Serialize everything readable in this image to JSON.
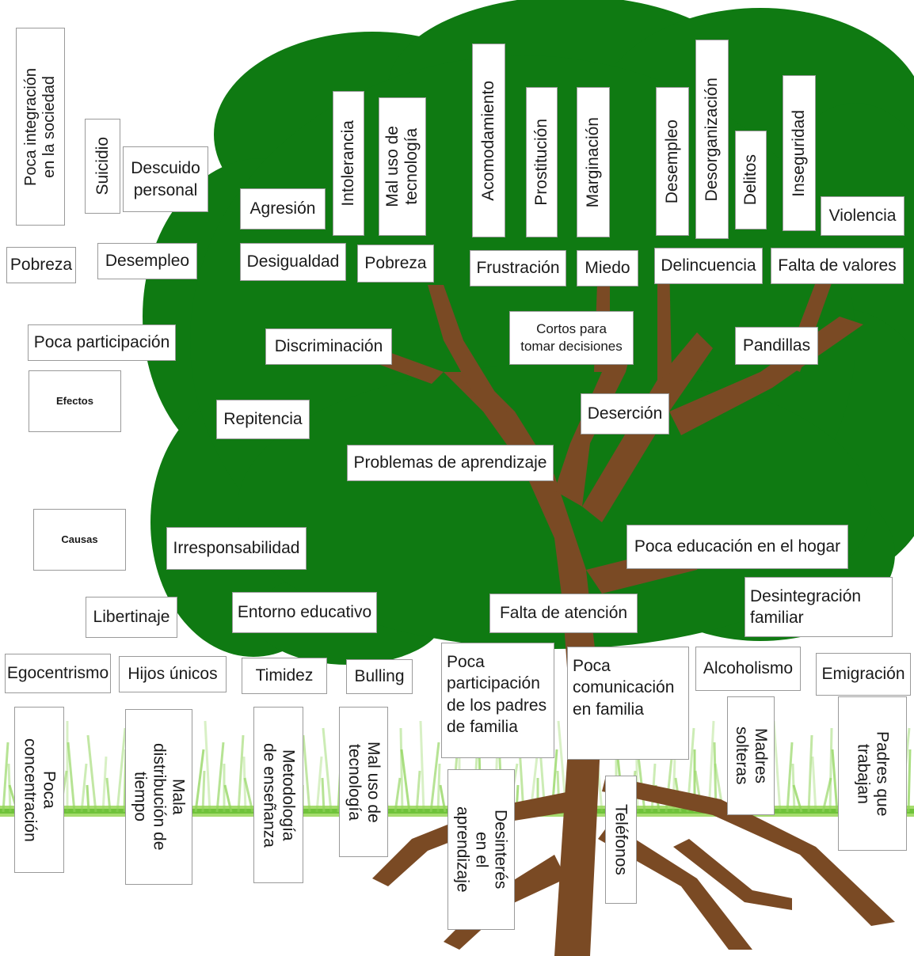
{
  "colors": {
    "canopy": "#0f7a12",
    "trunk": "#7a4a24",
    "grass": "#7dc843",
    "box_border": "#9a9a9a"
  },
  "legend": {
    "effects_label": "Efectos",
    "causes_label": "Causas"
  },
  "effects": {
    "poca_integracion": [
      "Poca integración",
      "en la sociedad"
    ],
    "suicidio": "Suicidio",
    "descuido_personal": [
      "Descuido",
      "personal"
    ],
    "agresion": "Agresión",
    "intolerancia": "Intolerancia",
    "mal_uso_tecnologia_top": [
      "Mal uso de",
      "tecnología"
    ],
    "acomodamiento": "Acomodamiento",
    "prostitucion": "Prostitución",
    "marginacion": "Marginación",
    "desempleo_top": "Desempleo",
    "desorganizacion": "Desorganización",
    "delitos": "Delitos",
    "inseguridad": "Inseguridad",
    "violencia": "Violencia",
    "pobreza_left": "Pobreza",
    "desempleo_left": "Desempleo",
    "desigualdad": "Desigualdad",
    "pobreza_mid": "Pobreza",
    "frustracion": "Frustración",
    "miedo": "Miedo",
    "delincuencia": "Delincuencia",
    "falta_valores": "Falta de valores",
    "poca_participacion": "Poca participación",
    "discriminacion": "Discriminación",
    "cortos_decisiones": [
      "Cortos para",
      "tomar decisiones"
    ],
    "pandillas": "Pandillas",
    "repitencia": "Repitencia",
    "desercion": "Deserción",
    "problemas_aprendizaje": "Problemas de aprendizaje"
  },
  "causes": {
    "irresponsabilidad": "Irresponsabilidad",
    "poca_educacion_hogar": "Poca educación  en el hogar",
    "libertinaje": "Libertinaje",
    "entorno_educativo": "Entorno educativo",
    "falta_atencion": "Falta de atención",
    "desintegracion_familiar": [
      "Desintegración",
      "familiar"
    ],
    "egocentrismo": "Egocentrismo",
    "hijos_unicos": "Hijos únicos",
    "timidez": "Timidez",
    "bulling": "Bulling",
    "poca_participacion_padres": [
      "Poca",
      "participación",
      "de los padres",
      "de familia"
    ],
    "poca_comunicacion": [
      "Poca",
      "comunicación",
      "en familia"
    ],
    "alcoholismo": "Alcoholismo",
    "emigracion": "Emigración",
    "poca_concentracion": [
      "Poca",
      "concentración"
    ],
    "mala_distribucion": [
      "Mala",
      "distribución de",
      "tiempo"
    ],
    "metodologia": [
      "Metodología",
      "de enseñanza"
    ],
    "mal_uso_tecnologia_root": [
      "Mal uso de",
      "tecnología"
    ],
    "desinteres": [
      "Desinterés",
      "en el",
      "aprendizaje"
    ],
    "telefonos": "Teléfonos",
    "madres_solteras": [
      "Madres",
      "solteras"
    ],
    "padres_trabajan": [
      "Padres que",
      "trabajan"
    ]
  }
}
